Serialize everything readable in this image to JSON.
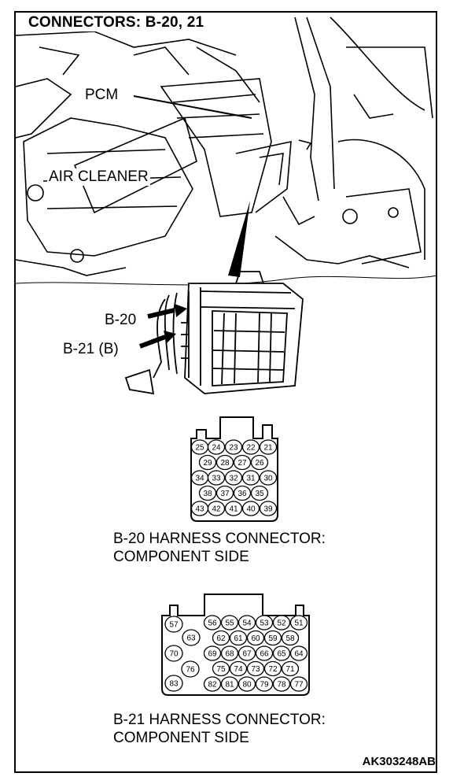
{
  "title": "CONNECTORS: B-20, 21",
  "labels": {
    "pcm": "PCM",
    "air_cleaner": "AIR CLEANER",
    "b20": "B-20",
    "b21": "B-21 (B)"
  },
  "connector_b20": {
    "caption_line1": "B-20 HARNESS CONNECTOR:",
    "caption_line2": "COMPONENT SIDE",
    "pin_rows": [
      [
        "25",
        "24",
        "23",
        "22",
        "21"
      ],
      [
        "29",
        "28",
        "27",
        "26"
      ],
      [
        "34",
        "33",
        "32",
        "31",
        "30"
      ],
      [
        "38",
        "37",
        "36",
        "35"
      ],
      [
        "43",
        "42",
        "41",
        "40",
        "39"
      ]
    ]
  },
  "connector_b21": {
    "caption_line1": "B-21 HARNESS CONNECTOR:",
    "caption_line2": "COMPONENT SIDE",
    "left_pins": [
      "57",
      "63",
      "70",
      "76",
      "83"
    ],
    "pin_rows": [
      [
        "56",
        "55",
        "54",
        "53",
        "52",
        "51"
      ],
      [
        "62",
        "61",
        "60",
        "59",
        "58"
      ],
      [
        "69",
        "68",
        "67",
        "66",
        "65",
        "64"
      ],
      [
        "75",
        "74",
        "73",
        "72",
        "71"
      ],
      [
        "82",
        "81",
        "80",
        "79",
        "78",
        "77"
      ]
    ]
  },
  "figure_code": "AK303248AB"
}
